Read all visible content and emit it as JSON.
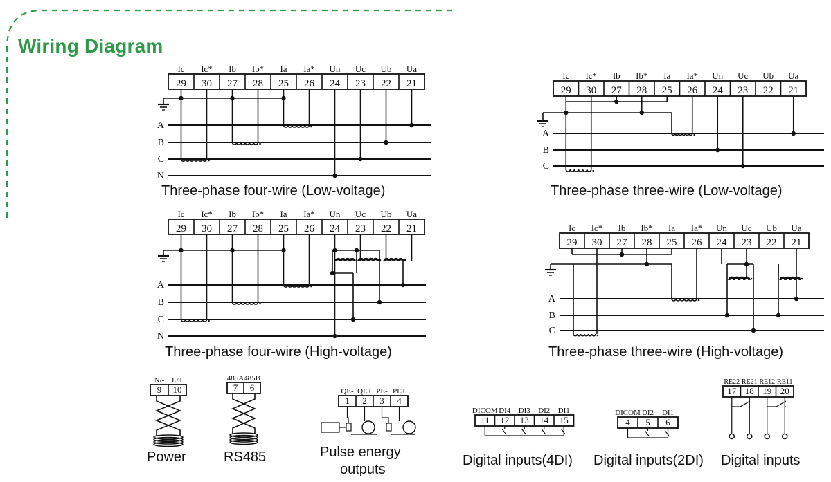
{
  "section_title": "Wiring Diagram",
  "colors": {
    "accent": "#2e9a4a",
    "ink": "#111111"
  },
  "terminal_block": {
    "signals": [
      "Ic",
      "Ic*",
      "Ib",
      "Ib*",
      "Ia",
      "Ia*",
      "Un",
      "Uc",
      "Ub",
      "Ua"
    ],
    "numbers": [
      "29",
      "30",
      "27",
      "28",
      "25",
      "26",
      "24",
      "23",
      "22",
      "21"
    ]
  },
  "phase_labels_4w": [
    "A",
    "B",
    "C",
    "N"
  ],
  "phase_labels_3w": [
    "A",
    "B",
    "C"
  ],
  "diagrams": {
    "tp4w_lv": {
      "caption": "Three-phase four-wire (Low-voltage)"
    },
    "tp3w_lv": {
      "caption": "Three-phase three-wire (Low-voltage)"
    },
    "tp4w_hv": {
      "caption": "Three-phase four-wire (High-voltage)"
    },
    "tp3w_hv": {
      "caption": "Three-phase three-wire (High-voltage)"
    }
  },
  "power": {
    "caption": "Power",
    "signals": [
      "N/-",
      "L/+"
    ],
    "numbers": [
      "9",
      "10"
    ]
  },
  "rs485": {
    "caption": "RS485",
    "signals": [
      "485A",
      "485B"
    ],
    "numbers": [
      "7",
      "6"
    ]
  },
  "pulse": {
    "caption_line1": "Pulse energy",
    "caption_line2": "outputs",
    "signals": [
      "QE-",
      "QE+",
      "PE-",
      "PE+"
    ],
    "numbers": [
      "1",
      "2",
      "3",
      "4"
    ]
  },
  "di4": {
    "caption": "Digital inputs(4DI)",
    "signals": [
      "DICOM",
      "DI4",
      "DI3",
      "DI2",
      "DI1"
    ],
    "numbers": [
      "11",
      "12",
      "13",
      "14",
      "15"
    ]
  },
  "di2": {
    "caption": "Digital inputs(2DI)",
    "signals": [
      "DICOM",
      "DI2",
      "DI1"
    ],
    "numbers": [
      "4",
      "5",
      "6"
    ]
  },
  "relay": {
    "caption": "Digital inputs",
    "signals": [
      "RE22",
      "RE21",
      "RE12",
      "RE11"
    ],
    "numbers": [
      "17",
      "18",
      "19",
      "20"
    ]
  }
}
